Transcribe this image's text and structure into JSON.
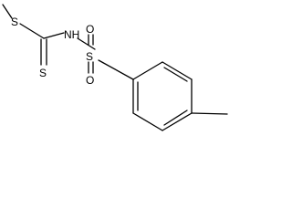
{
  "molecule": {
    "atoms": {
      "s_thioether": "S",
      "nh": "NH",
      "s_sulfonyl": "S",
      "o_upper": "O",
      "o_lower": "O",
      "s_thione": "S"
    },
    "colors": {
      "bond": "#000000",
      "label": "#000000",
      "background": "#ffffff"
    }
  }
}
